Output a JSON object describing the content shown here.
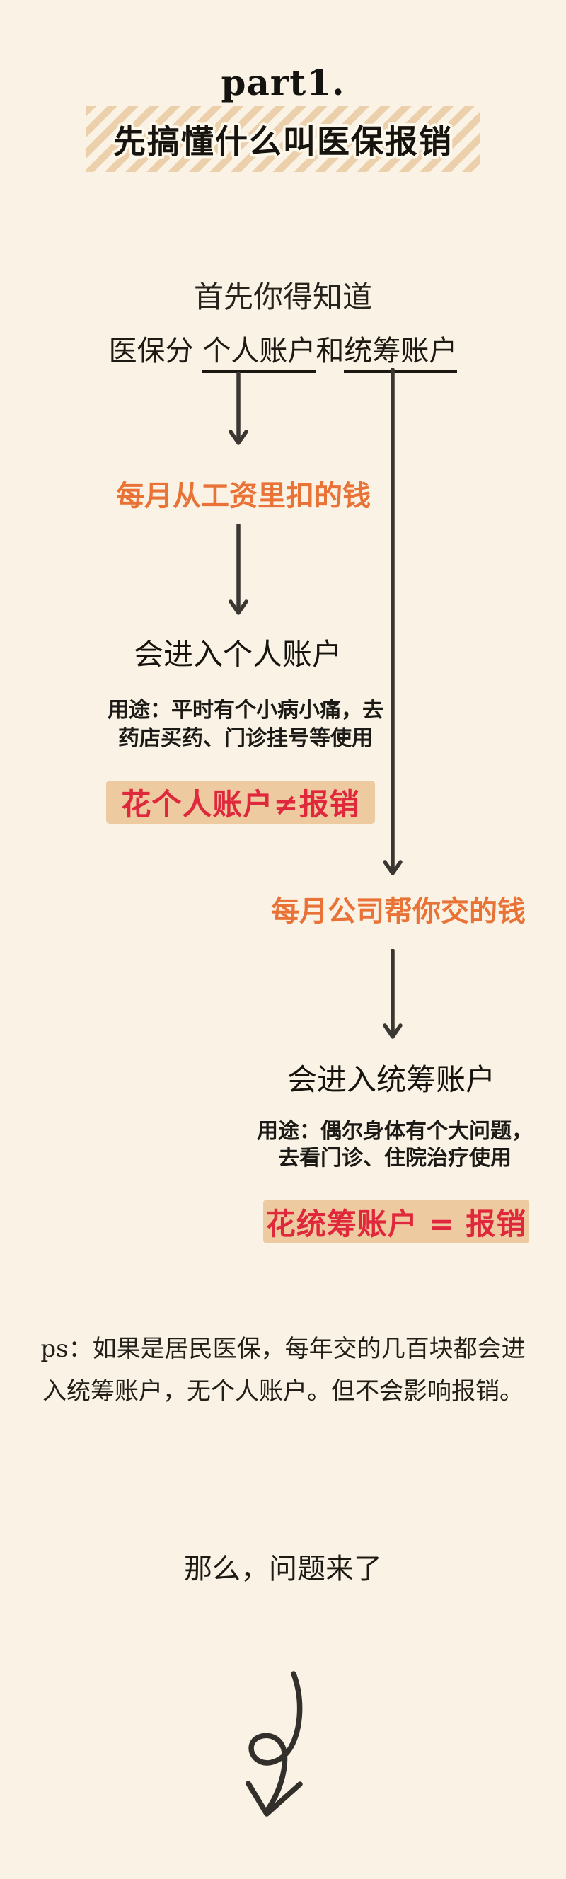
{
  "page": {
    "part_label": "part1.",
    "banner_title": "先搞懂什么叫医保报销"
  },
  "intro": {
    "line1": "首先你得知道",
    "line2_prefix": "医保分 ",
    "line2_underlined1": "个人账户",
    "line2_middle": "和",
    "line2_underlined2": "统筹账户"
  },
  "personal_branch": {
    "source": "每月从工资里扣的钱",
    "destination": "会进入个人账户",
    "usage_line1": "用途：平时有个小病小痛，去",
    "usage_line2": "药店买药、门诊挂号等使用",
    "highlight": "花个人账户≠报销"
  },
  "pooled_branch": {
    "source": "每月公司帮你交的钱",
    "destination": "会进入统筹账户",
    "usage_line1": "用途：偶尔身体有个大问题，",
    "usage_line2": "去看门诊、住院治疗使用",
    "highlight": "花统筹账户 = 报销"
  },
  "note": {
    "line1": "ps：如果是居民医保，每年交的几百块都会进",
    "line2": "入统筹账户，无个人账户。但不会影响报销。"
  },
  "outro": {
    "text": "那么，问题来了"
  },
  "colors": {
    "background": "#faf3e5",
    "stripe_tan": "#ecd0ab",
    "highlight_box": "#eecaa0",
    "accent_orange": "#e97337",
    "accent_red": "#e0283c",
    "ink": "#201d18",
    "arrow": "#3a3733"
  }
}
